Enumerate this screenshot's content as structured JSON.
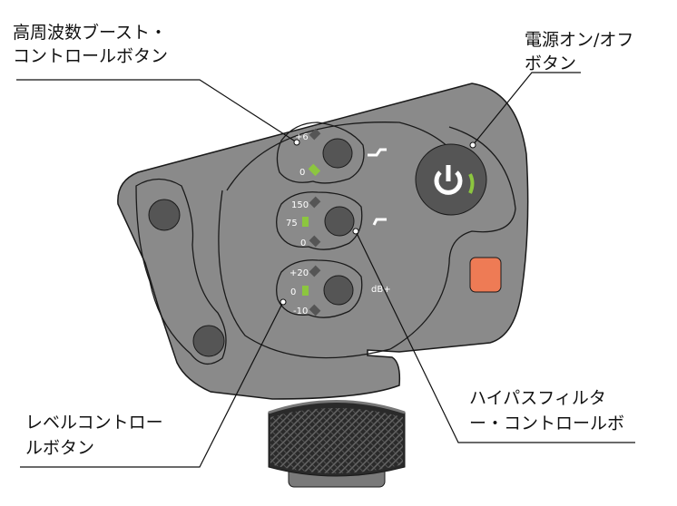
{
  "callouts": {
    "hf_boost": [
      "高周波数ブースト・",
      "コントロールボタン"
    ],
    "power": [
      "電源オン/オフ",
      "ボタン"
    ],
    "level": [
      "レベルコントロー",
      "ルボタン"
    ],
    "highpass": [
      "ハイパスフィルタ",
      "ー・コントロールボ"
    ]
  },
  "labels": {
    "hf": [
      "+6",
      "0"
    ],
    "hp": [
      "150",
      "75",
      "0"
    ],
    "lvl": [
      "+20",
      "0",
      "-10"
    ],
    "db": "dB+"
  },
  "colors": {
    "body": "#8a8a8a",
    "knob": "#555555",
    "led_green": "#8cc63f",
    "accent": "#ee7b55"
  }
}
